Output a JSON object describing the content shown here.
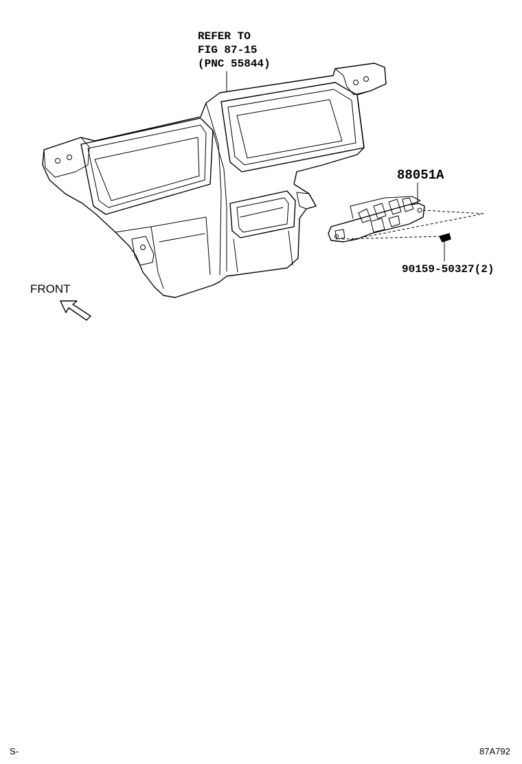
{
  "diagram": {
    "callout_refer": [
      "REFER TO",
      "FIG 87-15",
      "(PNC 55844)"
    ],
    "part_main": "88051A",
    "part_screw": "90159-50327(2)",
    "direction_label": "FRONT",
    "corner_left": "S-",
    "corner_right": "87A792"
  },
  "icons": {
    "front_arrow": "front-arrow-icon"
  }
}
